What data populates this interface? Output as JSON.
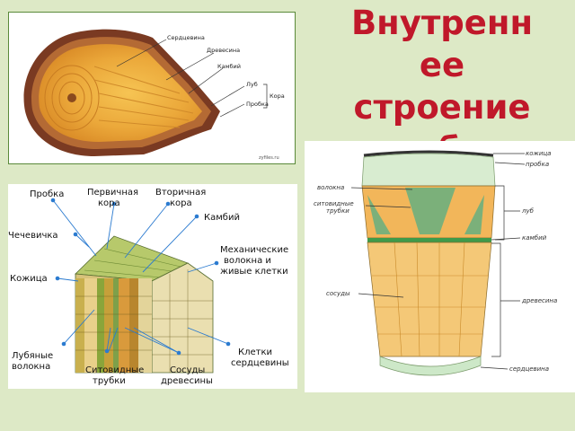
{
  "slide": {
    "title_lines": [
      "Внутренн",
      "ее",
      "строение",
      "стебля"
    ]
  },
  "top_diagram": {
    "labels": {
      "heartwood": "Сердцевина",
      "wood": "Древесина",
      "cambium": "Камбий",
      "bast": "Луб",
      "cork": "Пробка",
      "bark": "Кора"
    },
    "watermark": "zyfiles.ru"
  },
  "block_diagram": {
    "labels": {
      "cork": "Пробка",
      "primary_cortex_1": "Первичная",
      "primary_cortex_2": "кора",
      "secondary_cortex_1": "Вторичная",
      "secondary_cortex_2": "кора",
      "cambium": "Камбий",
      "lenticel": "Чечевичка",
      "mech_1": "Механические",
      "mech_2": "волокна и",
      "mech_3": "живые клетки",
      "epidermis": "Кожица",
      "bast_fibers_1": "Лубяные",
      "bast_fibers_2": "волокна",
      "sieve_tubes_1": "Ситовидные",
      "sieve_tubes_2": "трубки",
      "wood_vessels_1": "Сосуды",
      "wood_vessels_2": "древесины",
      "pith_cells_1": "Клетки",
      "pith_cells_2": "сердцевины"
    }
  },
  "cross_section": {
    "labels": {
      "epidermis": "кожица",
      "cork": "пробка",
      "fibers": "волокна",
      "sieve_tubes_1": "ситовидные",
      "sieve_tubes_2": "трубки",
      "bast": "луб",
      "cambium": "камбий",
      "vessels": "сосуды",
      "wood": "древесина",
      "pith": "сердцевина"
    }
  }
}
